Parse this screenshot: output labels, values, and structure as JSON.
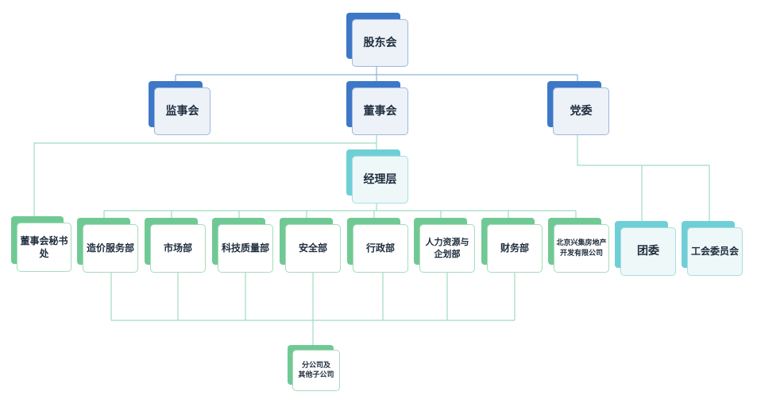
{
  "colors": {
    "blue_accent": "#3d78c8",
    "teal_accent": "#6fcfd6",
    "green_accent": "#70c994",
    "blue_line": "#8db2dc",
    "green_line": "#9fdcc0"
  },
  "nodes": {
    "shareholders": "股东会",
    "supervisors": "监事会",
    "board": "董事会",
    "party": "党委",
    "management": "经理层",
    "board_secretariat": "董事会秘书处",
    "cost_service": "造价服务部",
    "market": "市场部",
    "tech_quality": "科技质量部",
    "safety": "安全部",
    "admin": "行政部",
    "hr_planning": "人力资源与\n企划部",
    "finance": "财务部",
    "real_estate": "北京兴集房地产\n开发有限公司",
    "youth_league": "团委",
    "labor_union": "工会委员会",
    "subsidiaries": "分公司及\n其他子公司"
  }
}
